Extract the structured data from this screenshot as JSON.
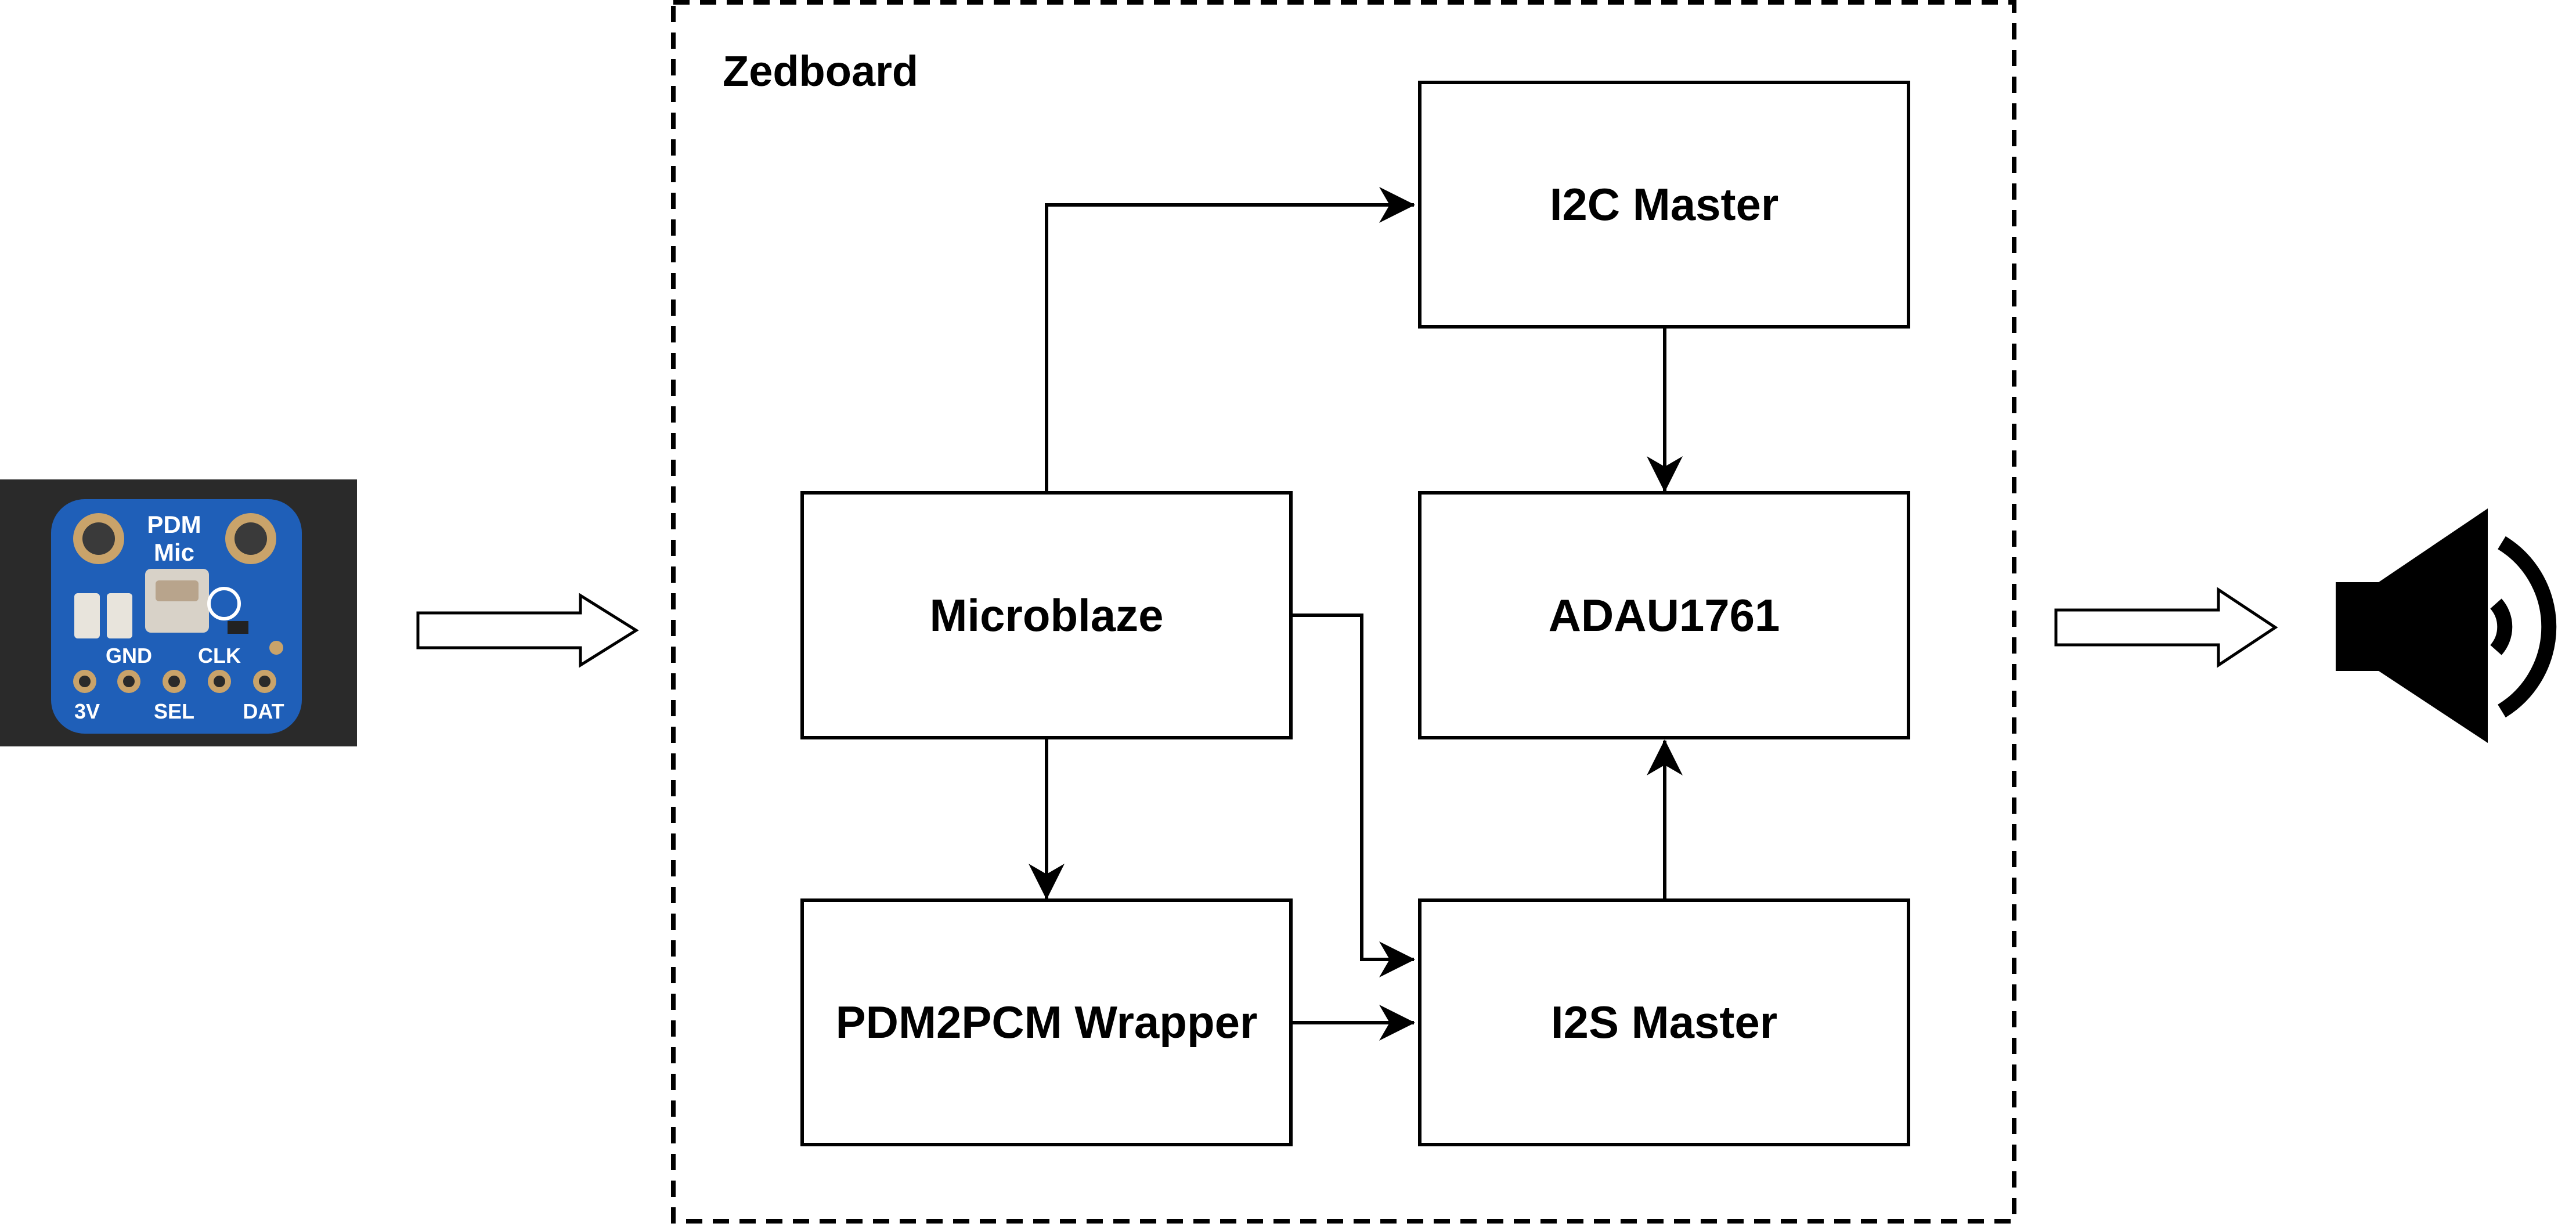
{
  "group": {
    "label": "Zedboard"
  },
  "blocks": {
    "i2c_master": "I2C Master",
    "microblaze": "Microblaze",
    "adau1761": "ADAU1761",
    "pdm2pcm_wrapper": "PDM2PCM Wrapper",
    "i2s_master": "I2S Master"
  },
  "mic_board": {
    "silk_title_1": "PDM",
    "silk_title_2": "Mic",
    "pins_top": [
      "GND",
      "CLK"
    ],
    "pins_bottom": [
      "3V",
      "SEL",
      "DAT"
    ]
  },
  "icons": {
    "input": "pdm-mic-board-photo",
    "output": "speaker-icon"
  },
  "colors": {
    "board_blue": "#1f5fb8",
    "photo_background": "#2a2a2a",
    "line": "#000000"
  }
}
